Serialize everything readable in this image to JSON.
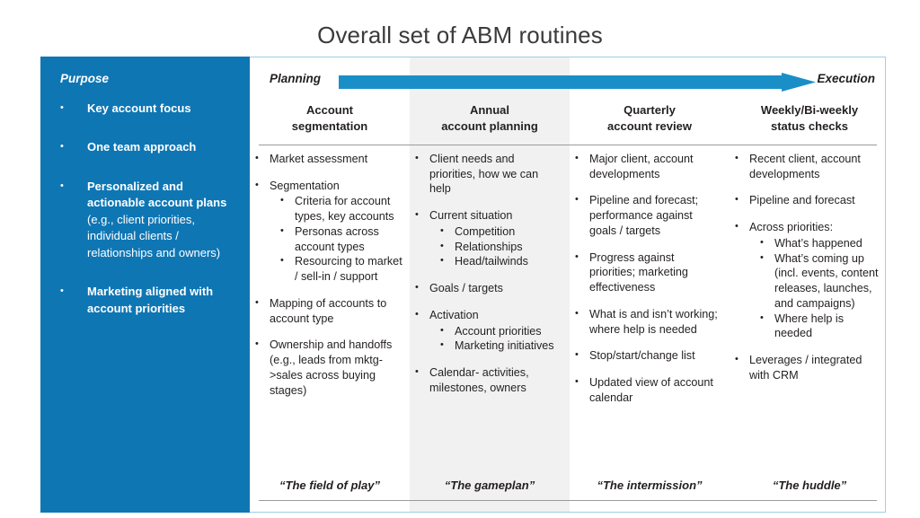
{
  "title": "Overall set of ABM routines",
  "colors": {
    "sidebar_blue": "#0f76b4",
    "arrow_blue": "#1a8fc7",
    "panel_border": "#9ecfe4",
    "column_highlight": "#f1f1f1",
    "text": "#231f20"
  },
  "sidebar": {
    "heading": "Purpose",
    "bullet_glyph": "•",
    "items": [
      {
        "bold": "Key account focus",
        "regular": ""
      },
      {
        "bold": "One team approach",
        "regular": ""
      },
      {
        "bold": "Personalized and actionable account plans",
        "regular": " (e.g., client priorities, individual clients / relationships and owners)"
      },
      {
        "bold": "Marketing aligned with account priorities",
        "regular": ""
      }
    ]
  },
  "timeline": {
    "left_label": "Planning",
    "right_label": "Execution",
    "arrow_name": "right-arrow"
  },
  "columns": [
    {
      "header_line1": "Account",
      "header_line2": "segmentation",
      "footer": "“The field of play”",
      "highlighted": false,
      "bullets": [
        {
          "text": "Market assessment",
          "sub": []
        },
        {
          "text": "Segmentation",
          "sub": [
            "Criteria for account types, key accounts",
            "Personas across account types",
            "Resourcing to market / sell-in / support"
          ]
        },
        {
          "text": "Mapping of accounts to account type",
          "sub": []
        },
        {
          "text": "Ownership and handoffs (e.g., leads from mktg->sales across buying stages)",
          "sub": []
        }
      ]
    },
    {
      "header_line1": "Annual",
      "header_line2": "account planning",
      "footer": "“The gameplan”",
      "highlighted": true,
      "bullets": [
        {
          "text": "Client needs and priorities, how we can help",
          "sub": []
        },
        {
          "text": "Current situation",
          "sub": [
            "Competition",
            "Relationships",
            "Head/tailwinds"
          ]
        },
        {
          "text": "Goals / targets",
          "sub": []
        },
        {
          "text": "Activation",
          "sub": [
            "Account priorities",
            "Marketing initiatives"
          ]
        },
        {
          "text": "Calendar- activities, milestones, owners",
          "sub": []
        }
      ]
    },
    {
      "header_line1": "Quarterly",
      "header_line2": "account review",
      "footer": "“The intermission”",
      "highlighted": false,
      "bullets": [
        {
          "text": "Major client, account developments",
          "sub": []
        },
        {
          "text": "Pipeline and forecast; performance against goals / targets",
          "sub": []
        },
        {
          "text": "Progress against priorities; marketing effectiveness",
          "sub": []
        },
        {
          "text": "What is and isn’t working; where help is needed",
          "sub": []
        },
        {
          "text": "Stop/start/change list",
          "sub": []
        },
        {
          "text": "Updated view of account calendar",
          "sub": []
        }
      ]
    },
    {
      "header_line1": "Weekly/Bi-weekly",
      "header_line2": "status checks",
      "footer": "“The huddle”",
      "highlighted": false,
      "bullets": [
        {
          "text": "Recent client, account developments",
          "sub": []
        },
        {
          "text": "Pipeline and forecast",
          "sub": []
        },
        {
          "text": "Across priorities:",
          "sub": [
            "What’s happened",
            "What’s coming up (incl. events, content releases, launches, and campaigns)",
            "Where help is needed"
          ]
        },
        {
          "text": "Leverages / integrated with CRM",
          "sub": []
        }
      ]
    }
  ]
}
